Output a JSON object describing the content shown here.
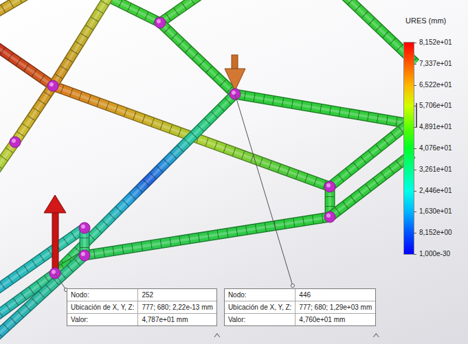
{
  "diagram": {
    "nodes": [
      {
        "text": [
          "Nodo:",
          "252",
          "Ubicación de X, Y, Z:",
          "777; 680; 2,22e-13 mm",
          "Valor:",
          "4,787e+01 mm"
        ]
      },
      {
        "text": [
          "Nodo:",
          "446",
          "Ubicación de X, Y, Z:",
          "777; 680; 1,29e+03 mm",
          "Valor:",
          "4,760e+01 mm"
        ]
      }
    ],
    "edges": [],
    "labels": [
      "URES (mm)"
    ],
    "legend": [
      {
        "text": "8,152e+01",
        "color": "#ff0000"
      },
      {
        "text": "7,337e+01",
        "color": "#ff5a00"
      },
      {
        "text": "6,522e+01",
        "color": "#ffb400"
      },
      {
        "text": "5,706e+01",
        "color": "#d2ff00"
      },
      {
        "text": "4,891e+01",
        "color": "#5aff00"
      },
      {
        "text": "4,076e+01",
        "color": "#00ff28"
      },
      {
        "text": "3,261e+01",
        "color": "#00ff8c"
      },
      {
        "text": "2,446e+01",
        "color": "#00ffe6"
      },
      {
        "text": "1,630e+01",
        "color": "#00b4ff"
      },
      {
        "text": "8,152e+00",
        "color": "#0050ff"
      },
      {
        "text": "1,000e-30",
        "color": "#0000ff"
      }
    ]
  }
}
